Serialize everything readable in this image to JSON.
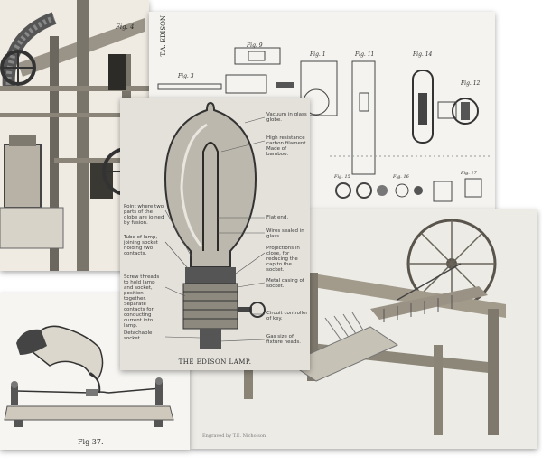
{
  "collage": {
    "steam_engine": {
      "fig_label": "Fig. 4."
    },
    "patent_sheet": {
      "header_text": "T.A. EDISON",
      "figure_labels": [
        "Fig. 9",
        "Fig. 1",
        "Fig. 3",
        "Fig. 11",
        "Fig. 14",
        "Fig. 12",
        "Fig. 15",
        "Fig. 16",
        "Fig. 17"
      ]
    },
    "edison_lamp": {
      "caption": "THE EDISON LAMP.",
      "annotations_right": [
        "Vacuum in glass globe.",
        "High resistance carbon filament. Made of bamboo.",
        "Flat end.",
        "Wires sealed in glass.",
        "Projections in close, for reducing the cap to the socket.",
        "Metal casing of socket.",
        "Circuit controller of key.",
        "Gas size of fixture heads."
      ],
      "annotations_left": [
        "Point where two parts of the globe are joined by fusion.",
        "Tube of lamp, joining socket holding two contacts.",
        "Screw threads to hold lamp and socket, position together. Separate contacts for conducting current into lamp.",
        "Detachable socket."
      ]
    },
    "spinning_jenny": {
      "engraver_credit": "Engraved by T.E. Nicholson."
    },
    "hand_apparatus": {
      "fig_label": "Fig 37."
    }
  }
}
